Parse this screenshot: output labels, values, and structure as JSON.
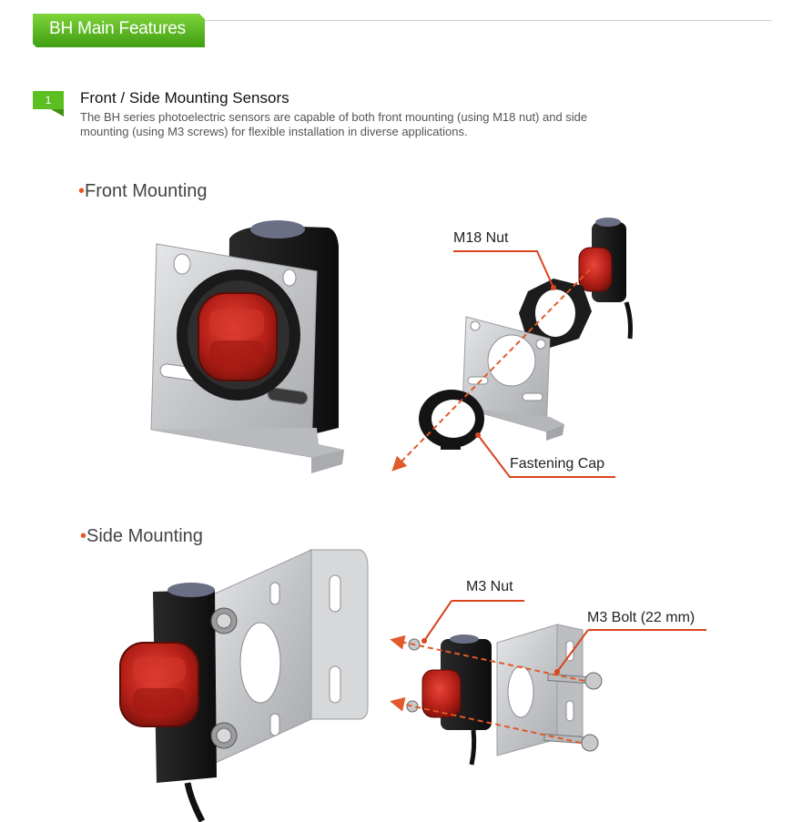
{
  "header": {
    "title": "BH  Main Features",
    "accent_color": "#5bbf21"
  },
  "section": {
    "number": "1",
    "title": "Front / Side Mounting Sensors",
    "description": "The BH series photoelectric sensors are capable of both front mounting (using M18 nut) and side mounting (using M3 screws) for flexible installation in diverse applications."
  },
  "front_mounting": {
    "heading": "Front Mounting",
    "callouts": {
      "nut": "M18 Nut",
      "cap": "Fastening Cap"
    }
  },
  "side_mounting": {
    "heading": "Side Mounting",
    "callouts": {
      "nut": "M3 Nut",
      "bolt": "M3 Bolt (22 mm)"
    }
  },
  "colors": {
    "callout_line": "#d9441c",
    "lens": "#c0261b",
    "bracket": "#c9cacc"
  }
}
